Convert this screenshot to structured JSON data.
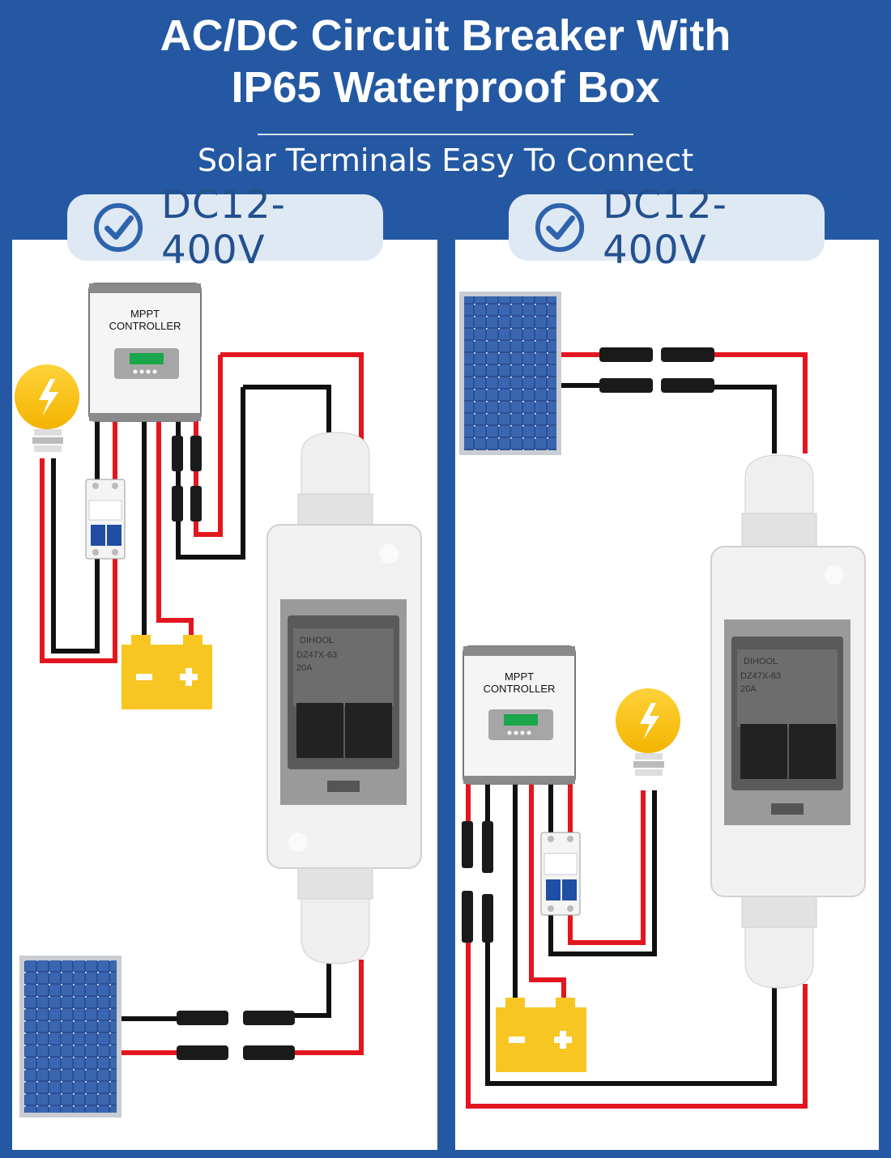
{
  "header": {
    "title_line1": "AC/DC Circuit Breaker With",
    "title_line2": "IP65 Waterproof Box",
    "subtitle": "Solar Terminals Easy To Connect"
  },
  "left_panel": {
    "voltage_label": "DC12-400V",
    "controller_line1": "MPPT",
    "controller_line2": "CONTROLLER",
    "breaker_brand": "DIHOOL",
    "breaker_model": "DZ47X-63",
    "breaker_rating": "20A"
  },
  "right_panel": {
    "voltage_label": "DC12-400V",
    "controller_line1": "MPPT",
    "controller_line2": "CONTROLLER",
    "breaker_brand": "DIHOOL",
    "breaker_model": "DZ47X-63",
    "breaker_rating": "20A"
  },
  "colors": {
    "background": "#2458a2",
    "wire_red": "#e3161f",
    "wire_black": "#111111",
    "battery": "#f7c623",
    "solar_panel": "#2a4f96"
  }
}
